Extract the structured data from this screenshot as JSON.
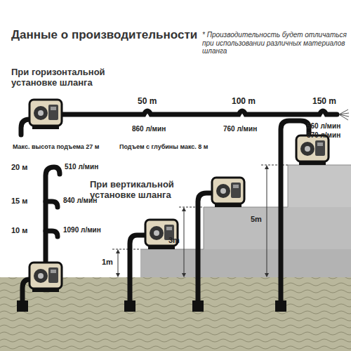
{
  "diagram": {
    "title": "Данные о производительности",
    "labels": [
      "* Производительность будет отличаться при использовании различных материалов шланга",
      "При горизонтальной установке шланга",
      "50 m",
      "100 m",
      "150 m",
      "860 л/мин",
      "760 л/мин",
      "560 л/мин",
      "870 л/мин",
      "Макс. высота подъема 27 м",
      "Подъем с глубины макс. 8 м",
      "20 м",
      "510 л/мин",
      "15 м",
      "840 л/мин",
      "10 м",
      "1090 л/мин",
      "При вертикальной установке шланга",
      "1m",
      "3m",
      "5m"
    ]
  }
}
